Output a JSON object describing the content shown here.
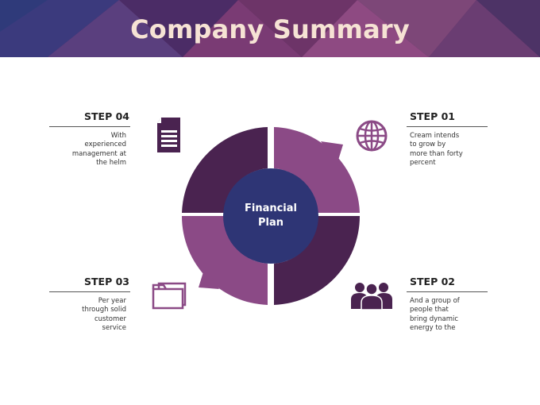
{
  "header": {
    "title": "Company Summary"
  },
  "center": {
    "line1": "Financial",
    "line2": "Plan"
  },
  "steps": [
    {
      "title": "STEP 01",
      "lines": [
        "Cream  intends",
        "to grow by",
        "more than forty",
        "percent"
      ],
      "icon": "globe-icon"
    },
    {
      "title": "STEP 02",
      "lines": [
        "And a group of",
        "people that",
        "bring dynamic",
        "energy to the"
      ],
      "icon": "people-icon"
    },
    {
      "title": "STEP 03",
      "lines": [
        "Per year",
        "through solid",
        "customer",
        "service"
      ],
      "icon": "folder-icon"
    },
    {
      "title": "STEP 04",
      "lines": [
        "With",
        "experienced",
        "management at",
        "the helm"
      ],
      "icon": "document-icon"
    }
  ],
  "colors": {
    "dark_purple": "#4a2350",
    "mid_purple": "#8b4a86",
    "navy": "#2e3575",
    "title_text": "#f6e3d4"
  }
}
